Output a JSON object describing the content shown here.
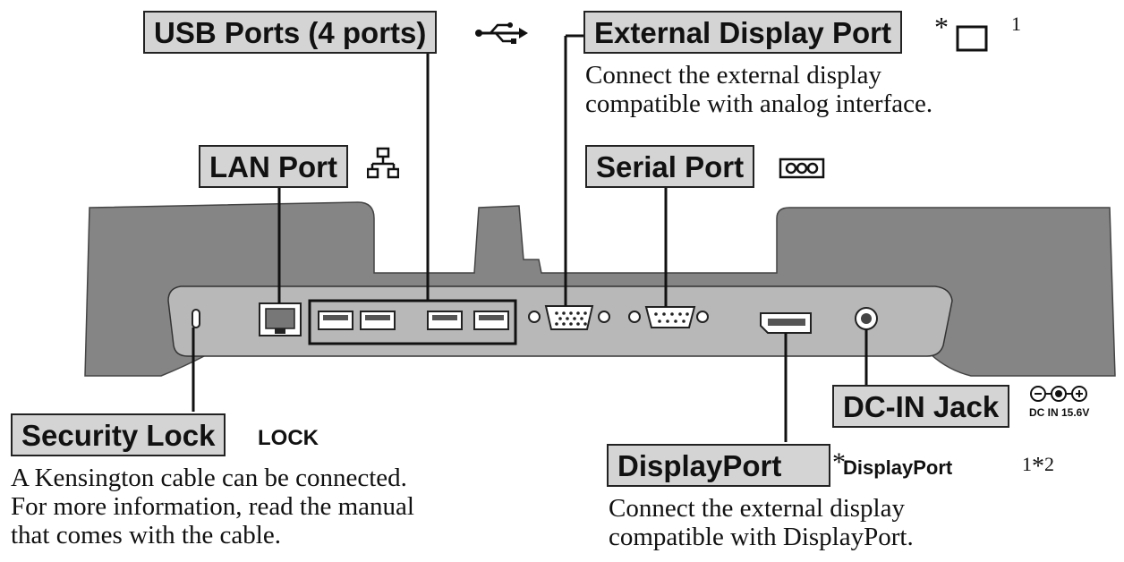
{
  "labels": {
    "usb": "USB Ports (4 ports)",
    "external_display": "External Display Port",
    "lan": "LAN Port",
    "serial": "Serial Port",
    "security": "Security Lock",
    "dcin": "DC-IN Jack",
    "displayport": "DisplayPort"
  },
  "descriptions": {
    "external_display": [
      "Connect the external display",
      "compatible with analog interface."
    ],
    "security": [
      "A Kensington cable can be connected.",
      "For more information, read the manual",
      "that comes with the cable."
    ],
    "displayport": [
      "Connect the external display",
      "compatible with DisplayPort."
    ]
  },
  "marks": {
    "lock_text": "LOCK",
    "dc_in_text": "DC IN 15.6V",
    "displayport_mark": "DisplayPort",
    "asterisk": "*",
    "footnote_1": "1",
    "footnote_1_2": "1",
    "footnote_2": "2"
  },
  "icons": [
    "usb-icon",
    "monitor-icon",
    "network-icon",
    "serial-icon",
    "dc-polarity-icon"
  ],
  "colors": {
    "label_fill": "#d4d4d4",
    "device_body": "#858585",
    "device_panel": "#b8b8b8"
  }
}
